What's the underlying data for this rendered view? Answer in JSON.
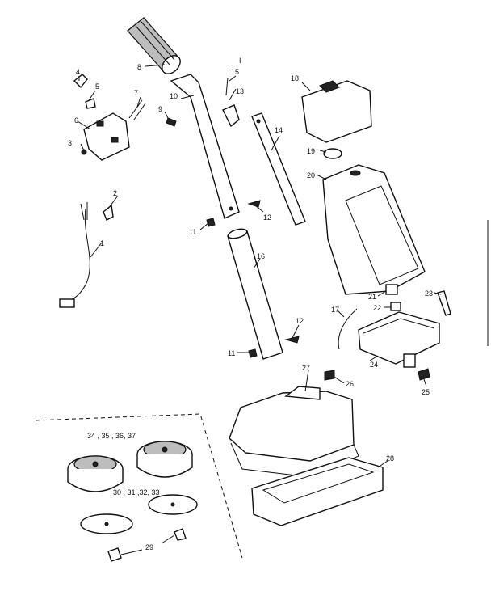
{
  "labels": {
    "p1": "1",
    "p2": "2",
    "p3": "3",
    "p4": "4",
    "p5": "5",
    "p6": "6",
    "p7": "7",
    "p8": "8",
    "p9": "9",
    "p10": "10",
    "p11a": "11",
    "p11b": "11",
    "p12a": "12",
    "p12b": "12",
    "p13": "13",
    "p14": "14",
    "p15": "15",
    "p16": "16",
    "p17": "17",
    "p18": "18",
    "p19": "19",
    "p20": "20",
    "p21": "21",
    "p22": "22",
    "p23": "23",
    "p24": "24",
    "p25": "25",
    "p26": "26",
    "p27": "27",
    "p28": "28",
    "p29": "29",
    "brushes": "34 , 35 , 36, 37",
    "pads": "30 , 31 ,32, 33",
    "marker": "I"
  }
}
